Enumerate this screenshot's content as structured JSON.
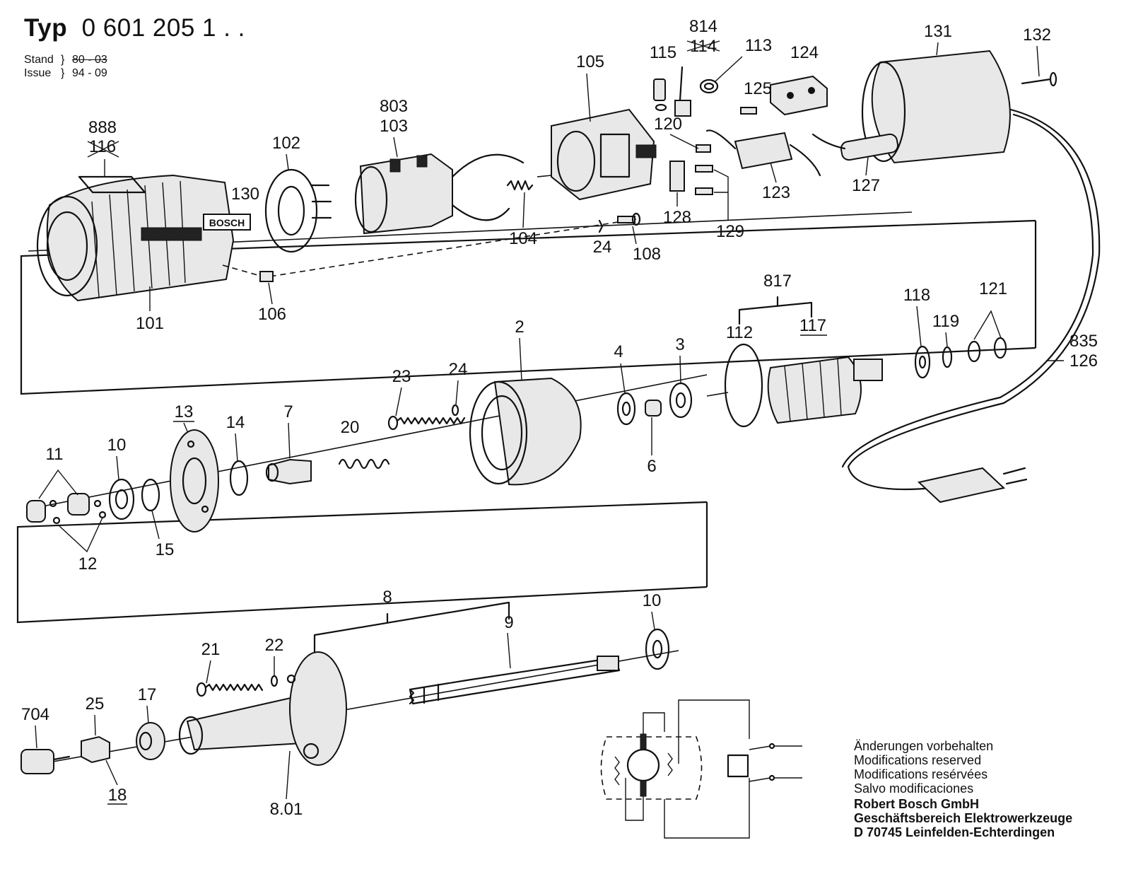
{
  "header": {
    "typ_label": "Typ",
    "typ_code": "0 601 205 1 . .",
    "stand_label": "Stand",
    "issue_label": "Issue",
    "stand_old": "80 - 03",
    "issue_date": "94 - 09"
  },
  "parts": {
    "p888": "888",
    "p116": "116",
    "p101": "101",
    "p130": "130",
    "p106": "106",
    "p102": "102",
    "p803": "803",
    "p103": "103",
    "p104": "104",
    "p105": "105",
    "p24a": "24",
    "p108": "108",
    "p115": "115",
    "p814": "814",
    "p114": "114",
    "p113": "113",
    "p120": "120",
    "p124": "124",
    "p125": "125",
    "p123": "123",
    "p128": "128",
    "p129": "129",
    "p131": "131",
    "p132": "132",
    "p127": "127",
    "p817": "817",
    "p112": "112",
    "p117": "117",
    "p118": "118",
    "p119": "119",
    "p121": "121",
    "p835": "835",
    "p126": "126",
    "p2": "2",
    "p4": "4",
    "p3": "3",
    "p6": "6",
    "p23": "23",
    "p24b": "24",
    "p20": "20",
    "p7": "7",
    "p14": "14",
    "p13": "13",
    "p15": "15",
    "p10a": "10",
    "p11": "11",
    "p12": "12",
    "p8": "8",
    "p9": "9",
    "p10b": "10",
    "p21": "21",
    "p22": "22",
    "p17": "17",
    "p25": "25",
    "p704": "704",
    "p18": "18",
    "p801": "8.01",
    "bosch_plate": "BOSCH"
  },
  "notes": [
    "Änderungen vorbehalten",
    "Modifications reserved",
    "Modifications resérvées",
    "Salvo modificaciones"
  ],
  "company": [
    "Robert Bosch GmbH",
    "Geschäftsbereich Elektrowerkzeuge",
    "D 70745 Leinfelden-Echterdingen"
  ]
}
